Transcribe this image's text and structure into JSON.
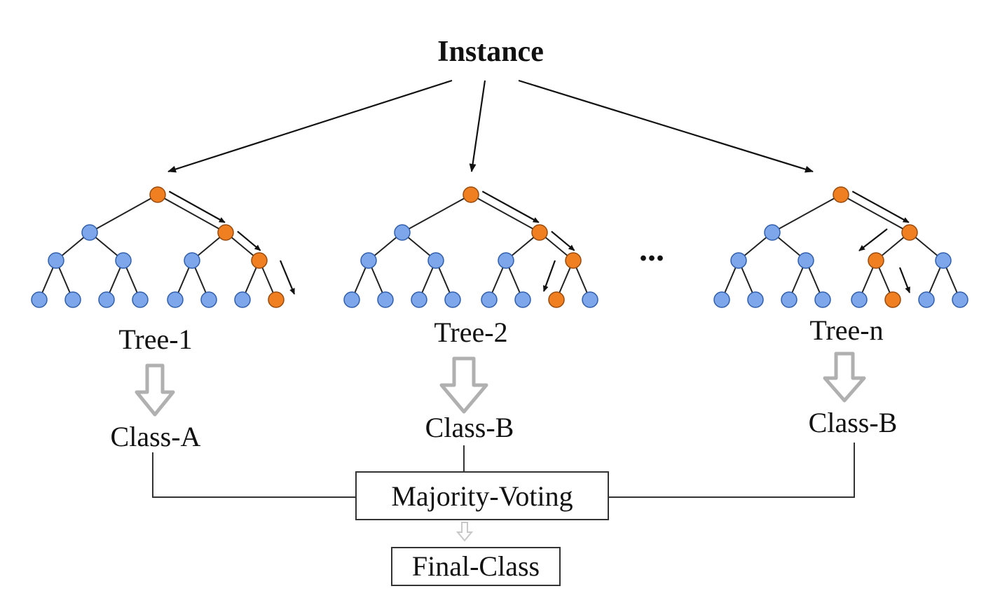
{
  "diagram": {
    "title": "Instance",
    "ellipsis": "...",
    "trees": [
      {
        "label": "Tree-1",
        "class_label": "Class-A"
      },
      {
        "label": "Tree-2",
        "class_label": "Class-B"
      },
      {
        "label": "Tree-n",
        "class_label": "Class-B"
      }
    ],
    "aggregator": "Majority-Voting",
    "output": "Final-Class"
  },
  "colors": {
    "node_default": "#7ea6ea",
    "node_path": "#f07f22"
  }
}
